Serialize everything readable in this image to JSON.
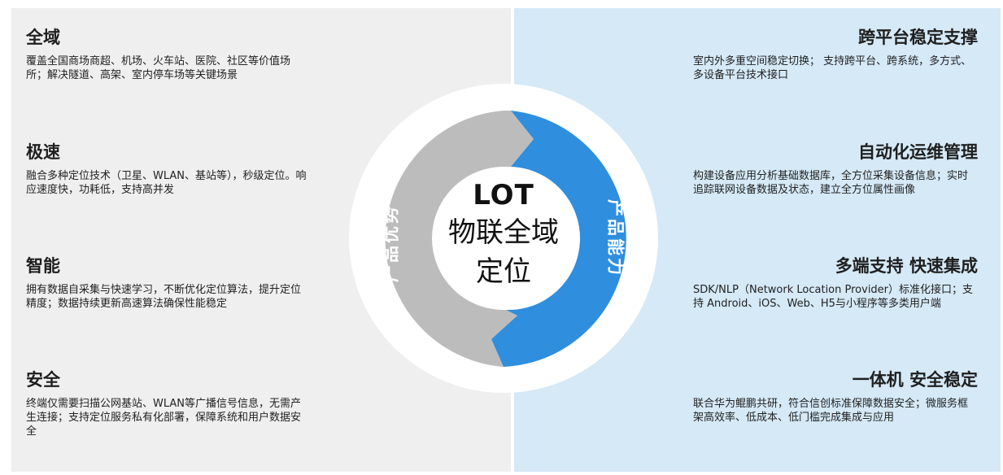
{
  "left_panel": {
    "label": "产品优势",
    "items": [
      {
        "title": "全域",
        "desc": "覆盖全国商场商超、机场、火车站、医院、社区等价值场所；解决隧道、高架、室内停车场等关键场景"
      },
      {
        "title": "极速",
        "desc": "融合多种定位技术（卫星、WLAN、基站等），秒级定位。响应速度快，功耗低，支持高并发"
      },
      {
        "title": "智能",
        "desc": "拥有数据自采集与快速学习，不断优化定位算法，提升定位精度；数据持续更新高速算法确保性能稳定"
      },
      {
        "title": "安全",
        "desc": "终端仅需要扫描公网基站、WLAN等广播信号信息，无需产生连接；支持定位服务私有化部署，保障系统和用户数据安全"
      }
    ]
  },
  "right_panel": {
    "label": "产品能力",
    "items": [
      {
        "title": "跨平台稳定支撑",
        "desc": "室内外多重空间稳定切换； 支持跨平台、跨系统，多方式、多设备平台技术接口"
      },
      {
        "title": "自动化运维管理",
        "desc": "构建设备应用分析基础数据库，全方位采集设备信息；实时追踪联网设备数据及状态，建立全方位属性画像"
      },
      {
        "title": "多端支持 快速集成",
        "desc": "SDK/NLP（Network Location Provider）标准化接口；支持 Android、iOS、Web、H5与小程序等多类用户端"
      },
      {
        "title": "一体机 安全稳定",
        "desc": "联合华为鲲鹏共研，符合信创标准保障数据安全；微服务框架高效率、低成本、低门槛完成集成与应用"
      }
    ]
  },
  "center": {
    "line1": "LOT",
    "line2": "物联全域",
    "line3": "定位"
  },
  "colors": {
    "left_bg": "#efefef",
    "right_bg": "#d5e9f7",
    "gray_arc": "#bcbcbc",
    "blue_arc": "#2f8ede"
  }
}
